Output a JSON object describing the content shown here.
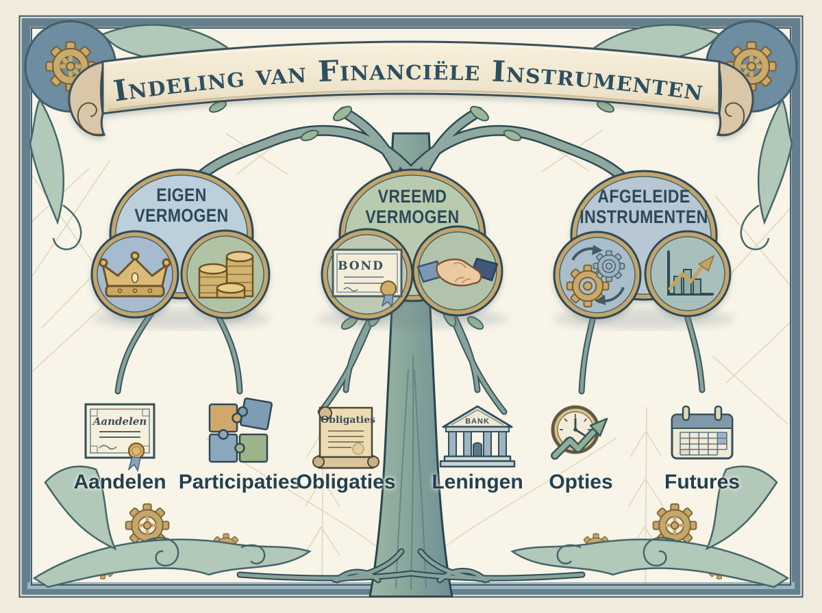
{
  "banner": {
    "title": "Indeling van Financiële Instrumenten"
  },
  "tree": {
    "branches": [
      {
        "id": "eigen-vermogen",
        "label_line1": "EIGEN",
        "label_line2": "VERMOGEN",
        "oval_color": "#bccfda",
        "icon_circles": [
          {
            "name": "crown-icon",
            "bg": "#a6bbd0"
          },
          {
            "name": "coin-stacks-icon",
            "bg": "#b0c3a4"
          }
        ],
        "children": [
          {
            "label": "Aandelen",
            "icon": "share-certificate-icon",
            "icon_text": "Aandelen"
          },
          {
            "label": "Participaties",
            "icon": "puzzle-pieces-icon"
          }
        ]
      },
      {
        "id": "vreemd-vermogen",
        "label_line1": "VREEMD",
        "label_line2": "VERMOGEN",
        "oval_color": "#b9cbae",
        "icon_circles": [
          {
            "name": "bond-certificate-icon",
            "bg": "#bdc9b3",
            "text": "BOND"
          },
          {
            "name": "handshake-icon",
            "bg": "#b2c3ab"
          }
        ],
        "children": [
          {
            "label": "Obligaties",
            "icon": "scroll-icon",
            "icon_text": "Obligaties"
          },
          {
            "label": "Leningen",
            "icon": "bank-icon",
            "icon_text": "BANK"
          }
        ]
      },
      {
        "id": "afgeleide-instrumenten",
        "label_line1": "AFGELEIDE",
        "label_line2": "INSTRUMENTEN",
        "oval_color": "#b7c7d3",
        "icon_circles": [
          {
            "name": "gears-cycle-icon",
            "bg": "#aabdca"
          },
          {
            "name": "growth-chart-icon",
            "bg": "#a8bfbc"
          }
        ],
        "children": [
          {
            "label": "Opties",
            "icon": "clock-growth-arrow-icon"
          },
          {
            "label": "Futures",
            "icon": "calendar-icon"
          }
        ]
      }
    ]
  },
  "decorations": {
    "corner_motifs": [
      "gear-icon",
      "acanthus-leaf-ornament",
      "scroll-banner"
    ],
    "style": "vintage watercolor tree diagram"
  },
  "palette": {
    "paper": "#f1ebdd",
    "paper_inner": "#f8f4e8",
    "frame_band": "#64808f",
    "frame_band_bottom": "#9fb5bd",
    "ink_outline": "#2e4a55",
    "gold_ring": "#c3a56c",
    "branch_green": "#8aa59b",
    "leaf_green": "#9cb897",
    "banner_cream": "#f2ead6",
    "label_text": "#2c4859",
    "title_text": "#2e4f60"
  }
}
